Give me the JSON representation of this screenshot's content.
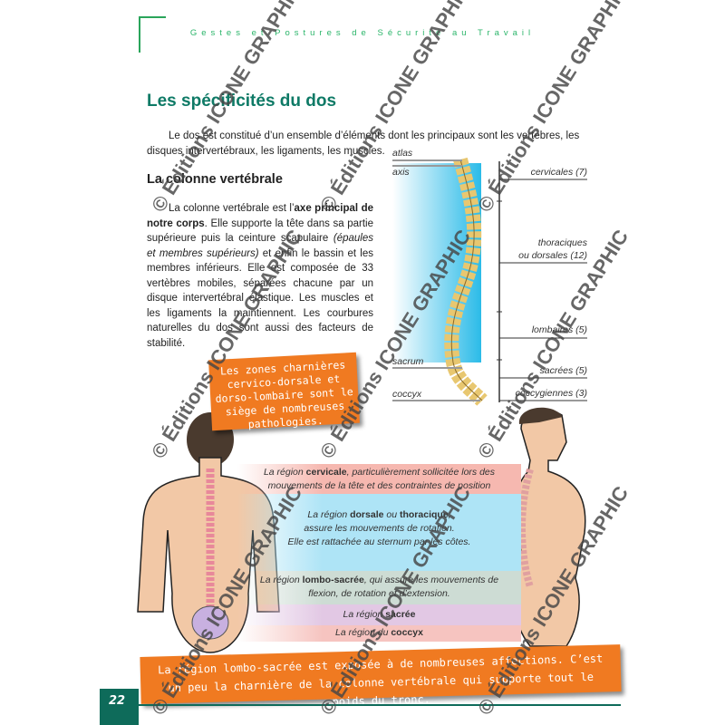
{
  "header": {
    "running_title": "Gestes et Postures de Sécurité au Travail"
  },
  "title": "Les spécificités du dos",
  "intro": "Le dos est constitué d’un ensemble d’éléments dont les principaux sont les vertèbres, les disques intervertébraux, les ligaments, les muscles.",
  "section": {
    "heading": "La colonne vertébrale",
    "p_start": "La colonne vertébrale est l’",
    "p_bold": "axe principal de notre corps",
    "p_mid": ". Elle supporte la tête dans sa partie supérieure puis la ceinture scapulaire ",
    "p_ital": "(épaules et membres supérieurs)",
    "p_end": " et enfin le bassin et les membres inférieurs. Elle est composée de 33 vertèbres mobiles, séparées chacune par un disque intervertébral élastique. Les muscles et les ligaments la maintiennent. Les courbures naturelles du dos sont aussi des facteurs de stabilité."
  },
  "callout": "Les zones charnières cervico-dorsale et dorso-lombaire sont le siège de nombreuses pathologies.",
  "spine": {
    "left_labels": [
      "atlas",
      "axis",
      "sacrum",
      "coccyx"
    ],
    "right_labels": [
      "cervicales (7)",
      "thoraciques",
      "ou dorsales (12)",
      "lombaires (5)",
      "sacrées (5)",
      "coccygiennes (3)"
    ]
  },
  "regions": {
    "cervical": {
      "a": "La région ",
      "b": "cervicale",
      "c": ", particulièrement sollicitée lors des mouvements de la tête et des contraintes de position",
      "color": "#f6b8b0"
    },
    "dorsal": {
      "a": "La région ",
      "b": "dorsale",
      "c": " ou ",
      "d": "thoracique",
      "e": ",",
      "l2": "assure les mouvements de rotation.",
      "l3": "Elle est rattachée au sternum par les côtes.",
      "color": "#aee4f6"
    },
    "lombo": {
      "a": "La région ",
      "b": "lombo-sacrée",
      "c": ", qui assure les mouvements de flexion, de rotation et d’extension.",
      "color": "#cddcd4"
    },
    "sacree": {
      "a": "La région ",
      "b": "sacrée",
      "color": "#e2c8e4"
    },
    "coccyx": {
      "a": "La région du ",
      "b": "coccyx",
      "color": "#f6c4c0"
    }
  },
  "bottom_note": "La région lombo-sacrée est exposée à de nombreuses affections. C’est un peu la charnière de la colonne vertébrale qui supporte tout le poids du tronc.",
  "page_number": "22",
  "watermark": "© Éditions ICONE GRAPHIC",
  "colors": {
    "accent": "#0e7a66",
    "orange": "#f07a21",
    "header_green": "#2bb56a"
  }
}
